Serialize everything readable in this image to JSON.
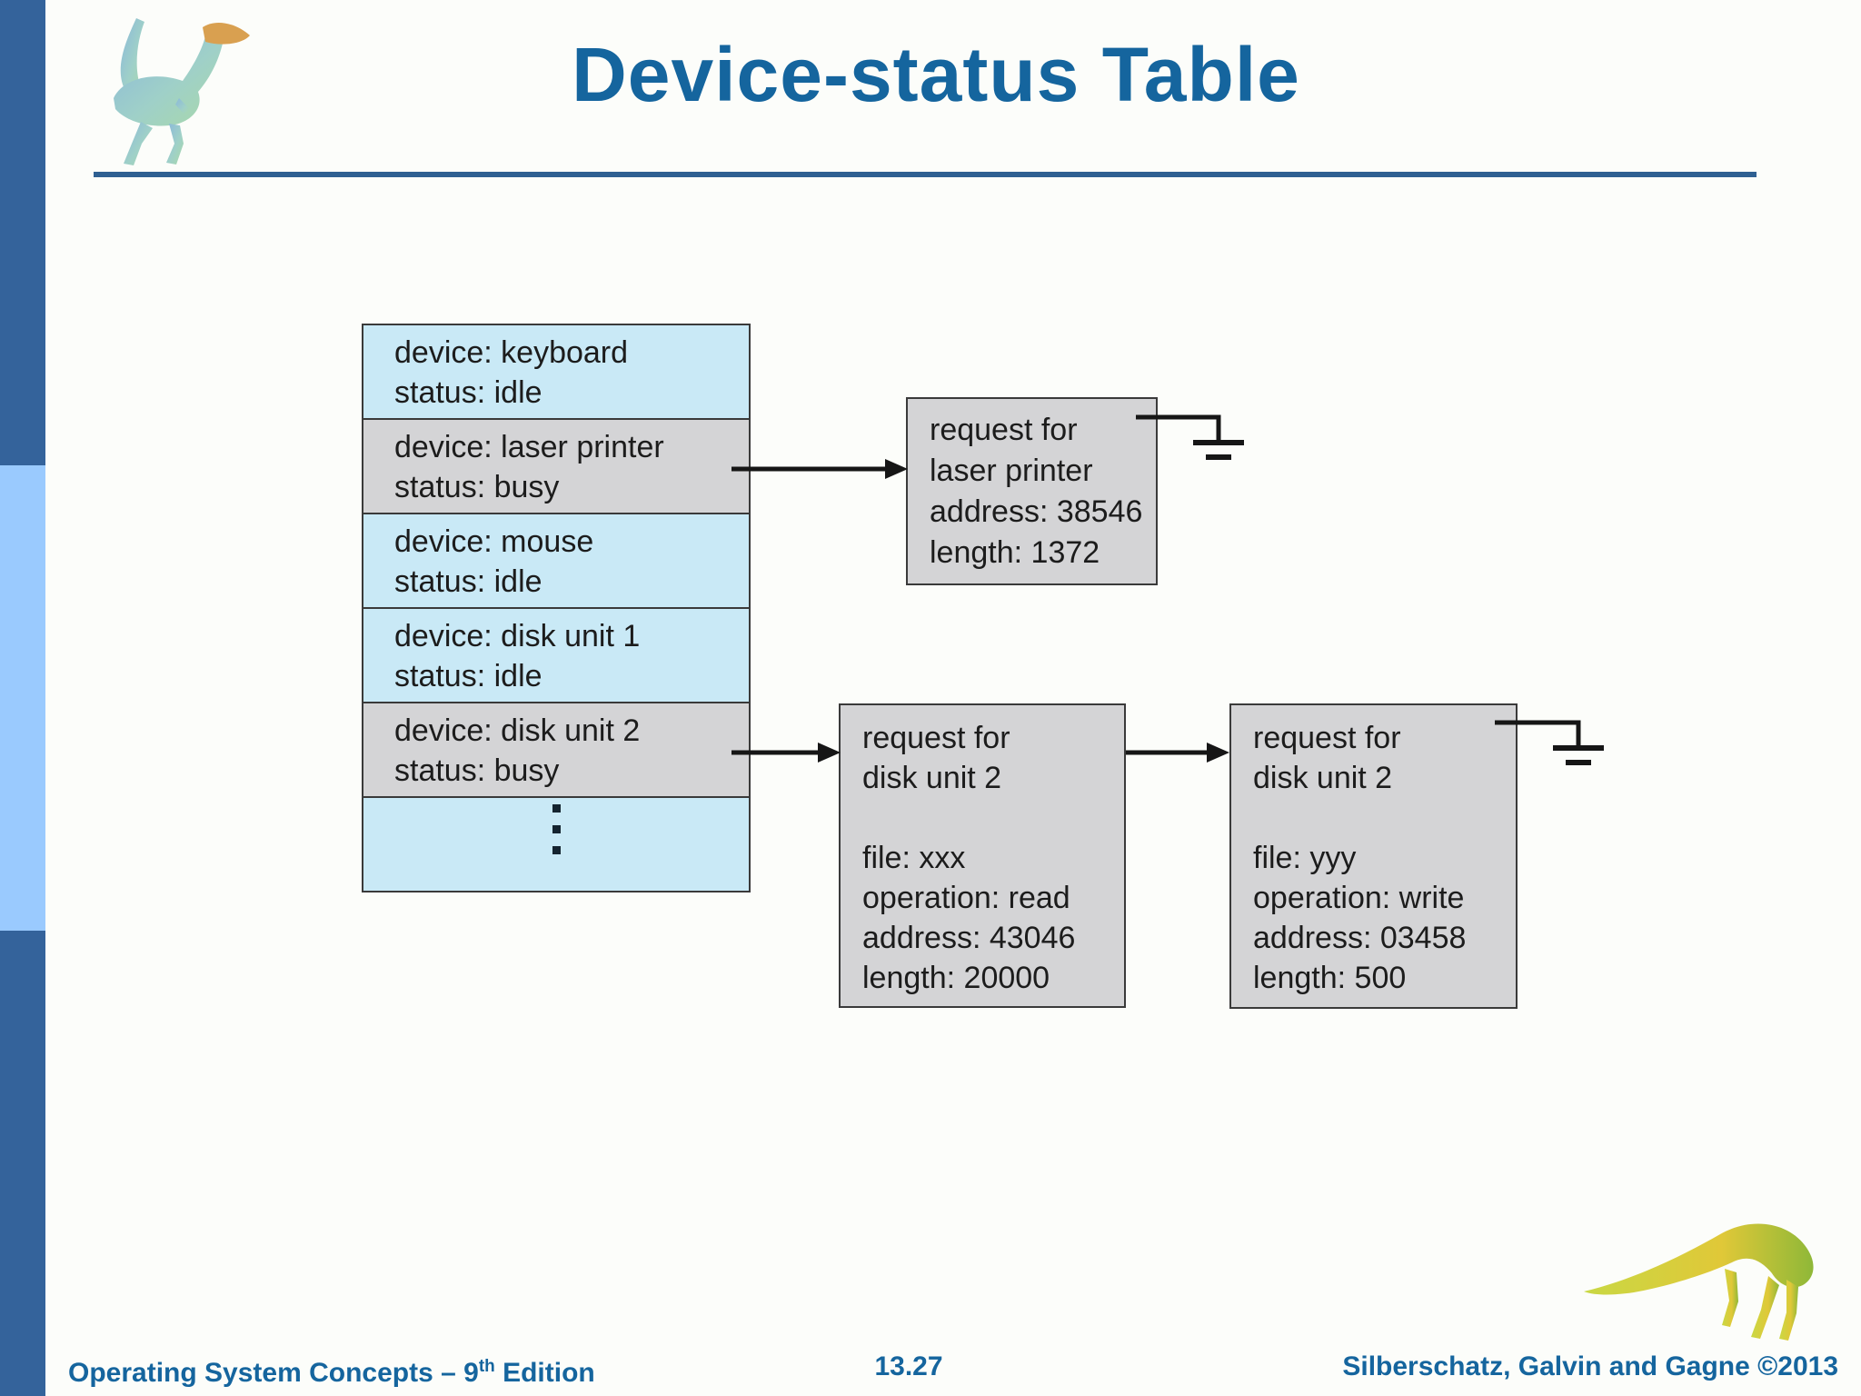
{
  "slide": {
    "title": "Device-status Table",
    "footer": {
      "left_prefix": "Operating System Concepts – 9",
      "left_sup": "th",
      "left_suffix": " Edition",
      "page_number": "13.27",
      "right": "Silberschatz, Galvin and Gagne ©2013"
    }
  },
  "diagram": {
    "device_status_table": {
      "rows": [
        {
          "line1": "device: keyboard",
          "line2": "status: idle",
          "state": "idle"
        },
        {
          "line1": "device: laser printer",
          "line2": "status: busy",
          "state": "busy"
        },
        {
          "line1": "device: mouse",
          "line2": "status: idle",
          "state": "idle"
        },
        {
          "line1": "device: disk unit 1",
          "line2": "status: idle",
          "state": "idle"
        },
        {
          "line1": "device: disk unit 2",
          "line2": "status: busy",
          "state": "busy"
        }
      ],
      "ellipsis_note": "vertical-dots"
    },
    "request_laser_printer": {
      "lines": [
        "request for",
        "laser printer",
        "address: 38546",
        "length: 1372"
      ]
    },
    "request_disk_read": {
      "lines": [
        "request for",
        "disk unit 2",
        "",
        "file: xxx",
        "operation: read",
        "address: 43046",
        "length: 20000"
      ]
    },
    "request_disk_write": {
      "lines": [
        "request for",
        "disk unit 2",
        "",
        "file: yyy",
        "operation: write",
        "address: 03458",
        "length: 500"
      ]
    }
  },
  "colors": {
    "title_blue": "#15659e",
    "rule_blue": "#2f6092",
    "sidebar_dark_blue": "#34639b",
    "sidebar_light_blue": "#9acafe",
    "table_idle_row": "#c9e9f6",
    "table_busy_row": "#d4d4d6",
    "request_box_gray": "#d4d4d6",
    "diagram_line_black": "#161616",
    "footer_blue": "#15659e"
  }
}
